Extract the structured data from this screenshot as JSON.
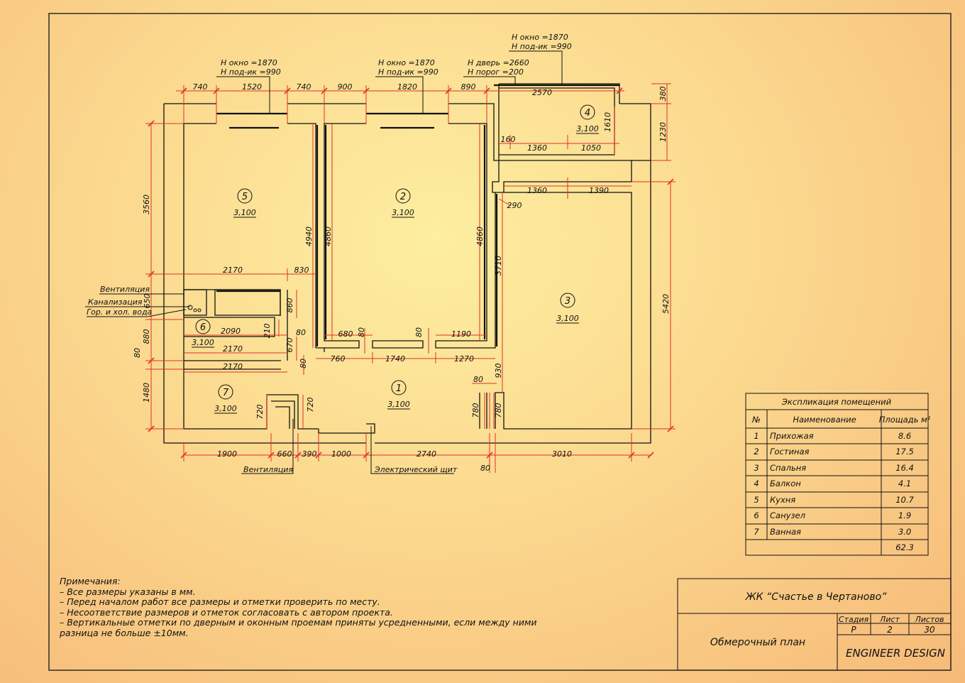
{
  "heights": {
    "kitchen_window": {
      "h1": "H окно =1870",
      "h2": "H под-ик =990"
    },
    "living_window": {
      "h1": "H окно =1870",
      "h2": "H под-ик =990"
    },
    "balcony_door": {
      "h1": "H дверь =2660",
      "h2": "H порог =200"
    },
    "balcony_window": {
      "h1": "H окно =1870",
      "h2": "H под-ик =990"
    }
  },
  "dimensions": {
    "top": [
      "740",
      "1520",
      "740",
      "900",
      "1820",
      "890",
      "2570"
    ],
    "balcony": [
      "160",
      "1360",
      "1050",
      "1610",
      "380",
      "1230"
    ],
    "bedroom_top": [
      "1360",
      "1390",
      "290"
    ],
    "left": [
      "3560",
      "880",
      "80",
      "1480",
      "650",
      "860"
    ],
    "vertical_mid": [
      "4940",
      "4860",
      "4860",
      "3710",
      "5420",
      "670",
      "80",
      "930",
      "780",
      "780",
      "720",
      "720"
    ],
    "kitchen_bottom": [
      "2170",
      "830"
    ],
    "bath": [
      "2090",
      "210",
      "80",
      "2170",
      "2170",
      "80"
    ],
    "corridor": [
      "680",
      "80",
      "80",
      "1190",
      "760",
      "1740",
      "1270",
      "80"
    ],
    "bottom": [
      "1900",
      "660",
      "390",
      "1000",
      "2740",
      "3010",
      "80"
    ]
  },
  "rooms": [
    {
      "num": "1",
      "level": "3,100"
    },
    {
      "num": "2",
      "level": "3,100"
    },
    {
      "num": "3",
      "level": "3,100"
    },
    {
      "num": "4",
      "level": "3,100"
    },
    {
      "num": "5",
      "level": "3,100"
    },
    {
      "num": "6",
      "level": "3,100"
    },
    {
      "num": "7",
      "level": "3,100"
    }
  ],
  "labels": {
    "ventilation_top": "Вентиляция",
    "sewer": "Канализация",
    "water": "Гор. и хол. вода",
    "ventilation_bottom": "Вентиляция",
    "electric": "Электрический щит"
  },
  "explication": {
    "title": "Экспликация помещений",
    "headers": [
      "№",
      "Наименование",
      "Площадь м²"
    ],
    "rows": [
      {
        "n": "1",
        "name": "Прихожая",
        "area": "8.6"
      },
      {
        "n": "2",
        "name": "Гостиная",
        "area": "17.5"
      },
      {
        "n": "3",
        "name": "Спальня",
        "area": "16.4"
      },
      {
        "n": "4",
        "name": "Балкон",
        "area": "4.1"
      },
      {
        "n": "5",
        "name": "Кухня",
        "area": "10.7"
      },
      {
        "n": "6",
        "name": "Санузел",
        "area": "1.9"
      },
      {
        "n": "7",
        "name": "Ванная",
        "area": "3.0"
      }
    ],
    "total": "62.3"
  },
  "notes": {
    "title": "Примечания:",
    "items": [
      "– Все размеры указаны в мм.",
      "– Перед началом работ все размеры и отметки проверить по месту.",
      "– Несоответствие размеров и отметок согласовать с автором проекта.",
      "– Вертикальные отметки по дверным и оконным проемам приняты усредненными, если между ними",
      "  разница не больше ±10мм."
    ]
  },
  "stamp": {
    "project": "ЖК “Счастье в Чертаново”",
    "sheet_title": "Обмерочный план",
    "stage_label": "Стадия",
    "sheet_label": "Лист",
    "sheets_label": "Листов",
    "stage": "Р",
    "sheet": "2",
    "sheets": "30",
    "company": "ENGINEER DESIGN"
  },
  "colors": {
    "dimension": "#e0302a",
    "wall": "#111111",
    "paper": "#fbd88e"
  }
}
